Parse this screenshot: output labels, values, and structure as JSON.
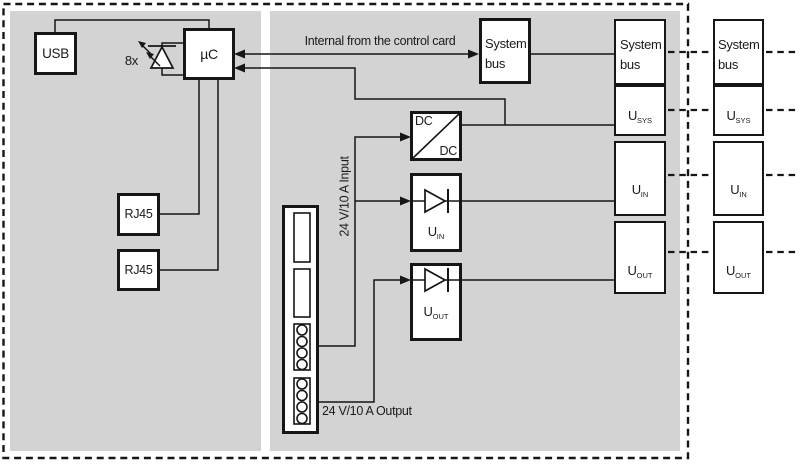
{
  "colors": {
    "panel_gray": "#d3d3d3",
    "line_black": "#161616",
    "box_fill": "#ffffff"
  },
  "control_section": {
    "usb": "USB",
    "mcu": "µC",
    "led_count": "8x",
    "rj45_top": "RJ45",
    "rj45_bottom": "RJ45"
  },
  "power_section": {
    "internal_bus_label": "Internal from the control card",
    "system_bus": "System bus",
    "dcdc_top": "DC",
    "dcdc_bottom": "DC",
    "u_in": {
      "base": "U",
      "sub": "IN"
    },
    "u_out": {
      "base": "U",
      "sub": "OUT"
    },
    "input_label": "24 V/10 A Input",
    "output_label": "24 V/10 A Output"
  },
  "bus_column_internal": {
    "system_bus": "System bus",
    "u_sys": {
      "base": "U",
      "sub": "SYS"
    },
    "u_in": {
      "base": "U",
      "sub": "IN"
    },
    "u_out": {
      "base": "U",
      "sub": "OUT"
    }
  },
  "bus_column_external": {
    "system_bus": "System bus",
    "u_sys": {
      "base": "U",
      "sub": "SYS"
    },
    "u_in": {
      "base": "U",
      "sub": "IN"
    },
    "u_out": {
      "base": "U",
      "sub": "OUT"
    }
  }
}
